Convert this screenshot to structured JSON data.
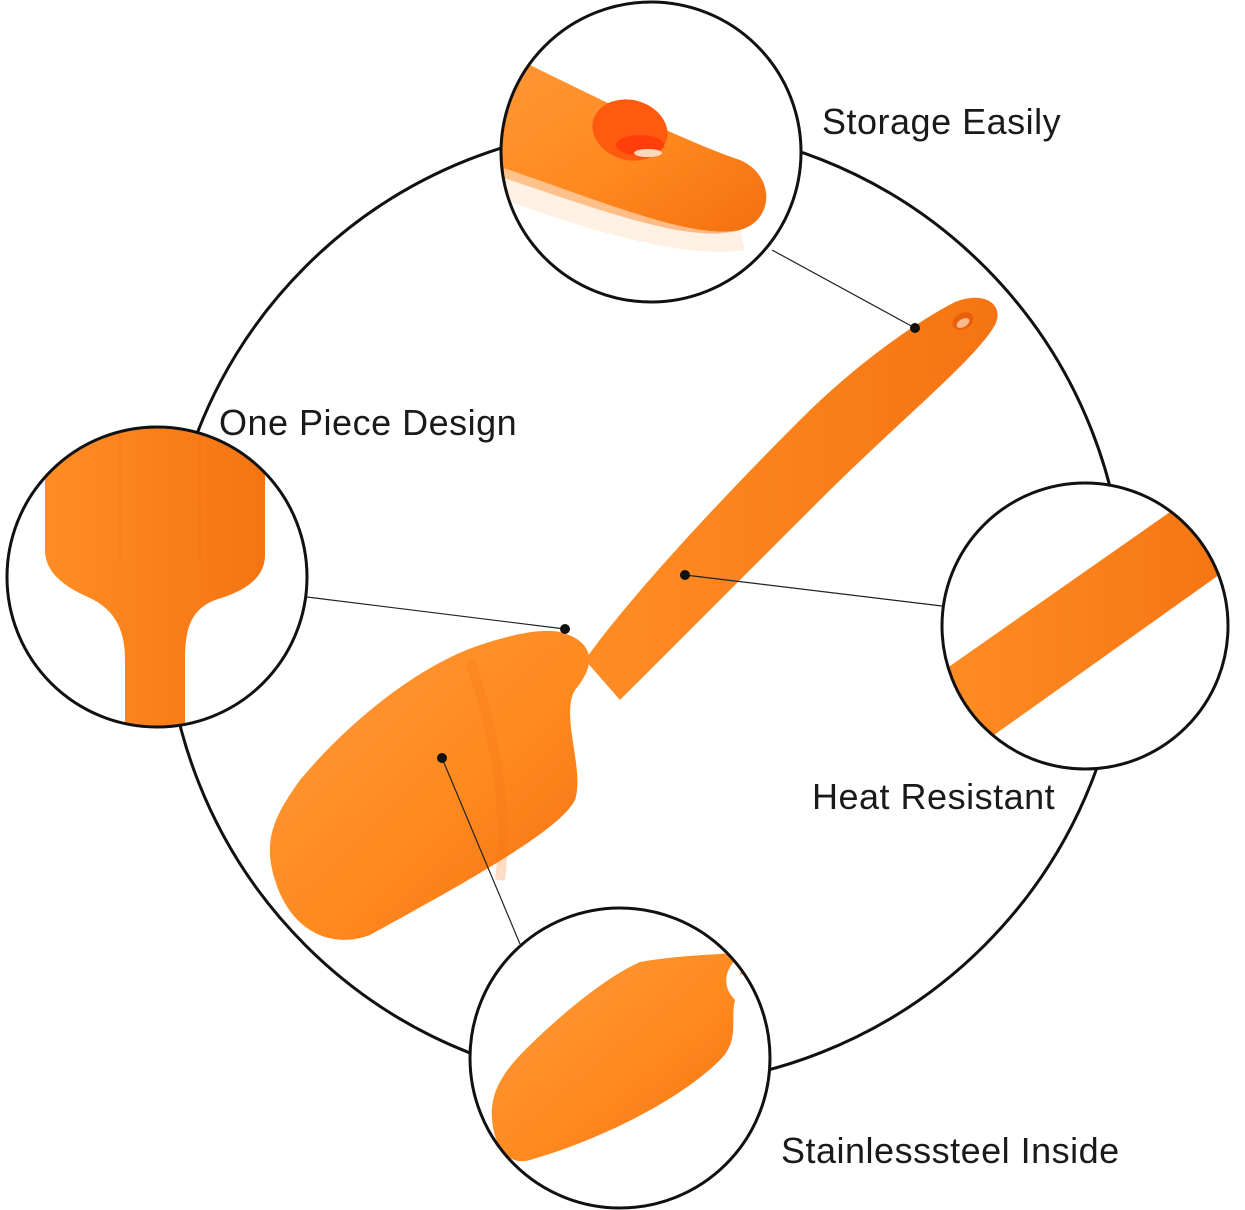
{
  "infographic": {
    "subject": "silicone spatula",
    "colors": {
      "product_orange": "#ff8a1f",
      "product_orange_dark": "#f56f10",
      "product_orange_light": "#ff9a3a",
      "outline": "#111111",
      "text": "#1a1a1a",
      "background": "#ffffff"
    },
    "features": [
      {
        "id": "storage",
        "label": "Storage Easily"
      },
      {
        "id": "one-piece",
        "label": "One Piece Design"
      },
      {
        "id": "heat",
        "label": "Heat Resistant"
      },
      {
        "id": "stainless",
        "label": "Stainlesssteel Inside"
      }
    ]
  }
}
